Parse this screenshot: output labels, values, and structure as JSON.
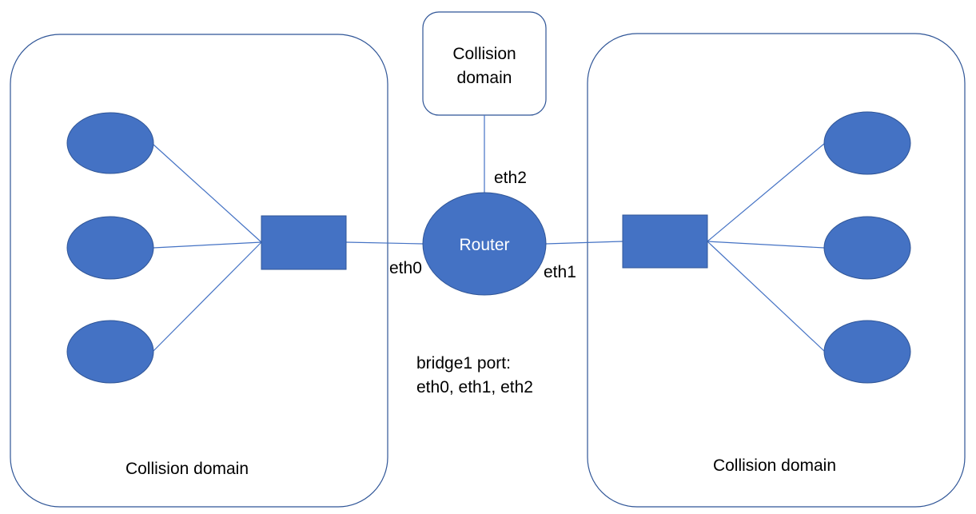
{
  "colors": {
    "node_fill": "#4472c4",
    "node_stroke": "#2f5597",
    "link": "#4472c4",
    "domain_border": "#2f5597",
    "background": "#ffffff"
  },
  "domains": {
    "left": "Collision domain",
    "right": "Collision domain",
    "top_line1": "Collision",
    "top_line2": "domain"
  },
  "router": {
    "label": "Router"
  },
  "ports": {
    "eth0": "eth0",
    "eth1": "eth1",
    "eth2": "eth2"
  },
  "bridge_note": {
    "line1": "bridge1 port:",
    "line2": "eth0, eth1, eth2"
  }
}
